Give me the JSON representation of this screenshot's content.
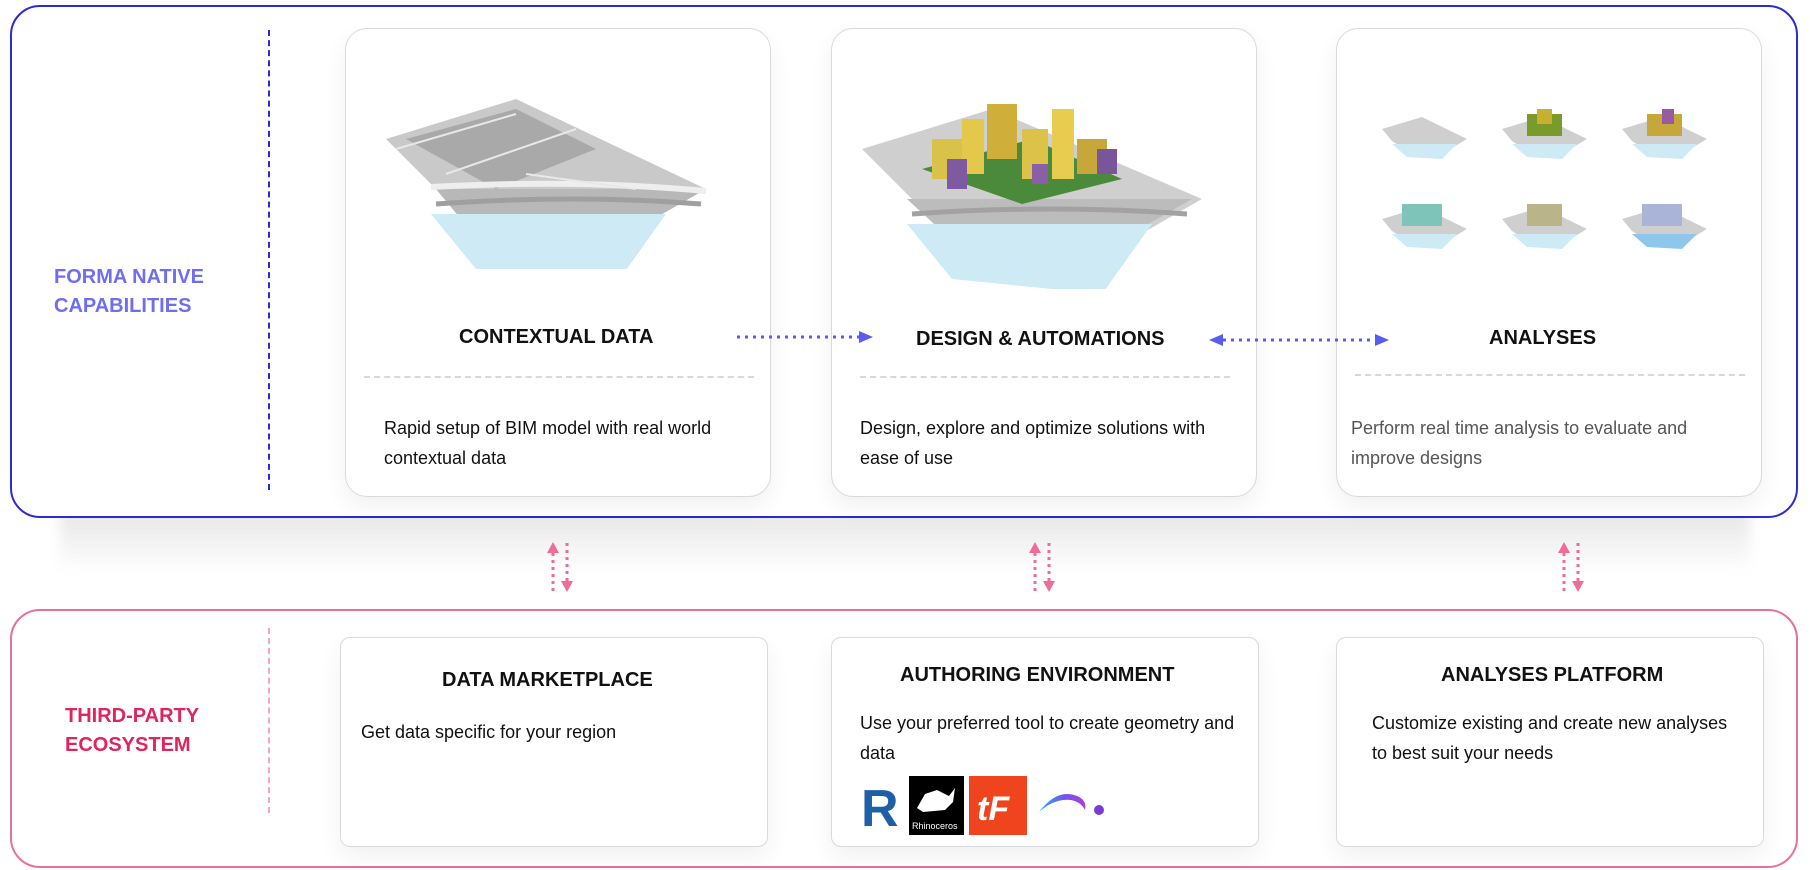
{
  "sections": {
    "native_label": "FORMA NATIVE\nCAPABILITIES",
    "thirdparty_label": "THIRD-PARTY\nECOSYSTEM"
  },
  "native_cards": [
    {
      "title": "CONTEXTUAL DATA",
      "description": "Rapid setup of BIM model with real world contextual data"
    },
    {
      "title": "DESIGN & AUTOMATIONS",
      "description": "Design, explore and optimize solutions with  ease of use"
    },
    {
      "title": "ANALYSES",
      "description": "Perform real time analysis to evaluate and improve designs"
    }
  ],
  "ecosystem_cards": [
    {
      "title": "DATA MARKETPLACE",
      "description": "Get data specific for your region"
    },
    {
      "title": "AUTHORING ENVIRONMENT",
      "description": "Use your preferred tool to create geometry and data"
    },
    {
      "title": "ANALYSES PLATFORM",
      "description": "Customize existing and create new analyses to best suit your needs"
    }
  ],
  "logos": {
    "revit_letter": "R",
    "rhino_text": "Rhinoceros",
    "third_letters": "tF"
  },
  "colors": {
    "native_border": "#2a2ad8",
    "native_label": "#6f6df0",
    "arrow_blue": "#5b5bf0",
    "ecosystem_border": "#e8719a",
    "ecosystem_label": "#e0245e",
    "arrow_pink": "#f06a9a"
  }
}
